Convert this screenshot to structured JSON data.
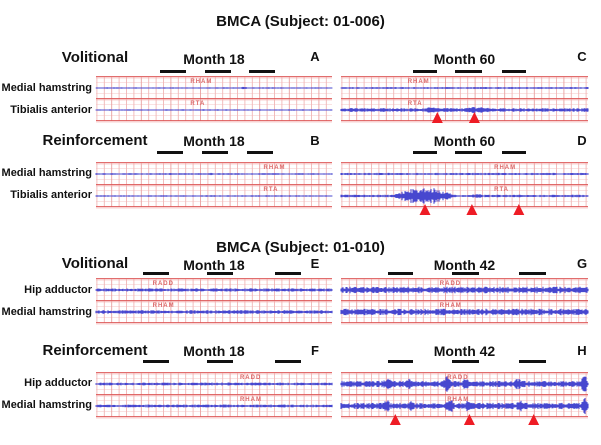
{
  "colors": {
    "trace": "#4747cf",
    "grid_strong": "#dd5858",
    "grid_strong2": "#f2a6a6",
    "grid_minor_v": "#f1b6b6",
    "grid_minor_v2": "#e9a0a0",
    "grid_minor_h": "#f8d8d8",
    "marker": "#ee1c25",
    "bar": "#111111",
    "trace_label": "#db6a6a"
  },
  "subjects": [
    {
      "title": "BMCA (Subject: 01-006)",
      "rows": [
        {
          "condition": "Volitional",
          "channels": [
            "Medial hamstring",
            "Tibialis anterior"
          ],
          "panels": [
            {
              "letter": "A",
              "month": "Month 18",
              "trace_labels": [
                "RHAM",
                "RTA"
              ],
              "label_x": 0.4,
              "bars": [
                [
                  0.27,
                  0.11
                ],
                [
                  0.46,
                  0.11
                ],
                [
                  0.65,
                  0.11
                ]
              ],
              "traces": [
                {
                  "thickness": 0.9,
                  "bursts": [
                    {
                      "s": 0.61,
                      "e": 0.64,
                      "a": 1.0
                    }
                  ]
                },
                {
                  "thickness": 0.9,
                  "bursts": []
                }
              ],
              "triangles": null
            },
            {
              "letter": "C",
              "month": "Month 60",
              "trace_labels": [
                "RHAM",
                "RTA"
              ],
              "label_x": 0.27,
              "bars": [
                [
                  0.29,
                  0.1
                ],
                [
                  0.46,
                  0.11
                ],
                [
                  0.65,
                  0.1
                ]
              ],
              "traces": [
                {
                  "thickness": 1.3,
                  "bursts": []
                },
                {
                  "thickness": 2.6,
                  "bursts": [
                    {
                      "s": 0.33,
                      "e": 0.42,
                      "a": 1.4
                    },
                    {
                      "s": 0.5,
                      "e": 0.6,
                      "a": 1.4
                    }
                  ]
                }
              ],
              "triangles": {
                "xs": [
                  0.39,
                  0.54
                ],
                "tip": 36
              }
            }
          ]
        },
        {
          "condition": "Reinforcement",
          "channels": [
            "Medial hamstring",
            "Tibialis anterior"
          ],
          "panels": [
            {
              "letter": "B",
              "month": "Month 18",
              "trace_labels": [
                "RHAM",
                "RTA"
              ],
              "label_x": 0.71,
              "bars": [
                [
                  0.26,
                  0.11
                ],
                [
                  0.45,
                  0.11
                ],
                [
                  0.64,
                  0.11
                ]
              ],
              "traces": [
                {
                  "thickness": 1.1,
                  "bursts": [
                    {
                      "s": 0.3,
                      "e": 0.33,
                      "a": 0.8
                    },
                    {
                      "s": 0.47,
                      "e": 0.5,
                      "a": 0.8
                    }
                  ]
                },
                {
                  "thickness": 1.0,
                  "bursts": []
                }
              ],
              "triangles": null
            },
            {
              "letter": "D",
              "month": "Month 60",
              "trace_labels": [
                "RHAM",
                "RTA"
              ],
              "label_x": 0.62,
              "bars": [
                [
                  0.29,
                  0.1
                ],
                [
                  0.46,
                  0.11
                ],
                [
                  0.65,
                  0.1
                ]
              ],
              "traces": [
                {
                  "thickness": 1.5,
                  "bursts": []
                },
                {
                  "thickness": 1.8,
                  "bursts": [
                    {
                      "s": 0.21,
                      "e": 0.46,
                      "a": 7.5
                    },
                    {
                      "s": 0.53,
                      "e": 0.57,
                      "a": 1.2
                    }
                  ]
                }
              ],
              "triangles": {
                "xs": [
                  0.34,
                  0.53,
                  0.72
                ],
                "tip": 42
              }
            }
          ]
        }
      ]
    },
    {
      "title": "BMCA (Subject: 01-010)",
      "rows": [
        {
          "condition": "Volitional",
          "channels": [
            "Hip adductor",
            "Medial hamstring"
          ],
          "panels": [
            {
              "letter": "E",
              "month": "Month 18",
              "trace_labels": [
                "RADD",
                "RHAM"
              ],
              "label_x": 0.24,
              "bars": [
                [
                  0.2,
                  0.11
                ],
                [
                  0.47,
                  0.11
                ],
                [
                  0.76,
                  0.11
                ]
              ],
              "traces": [
                {
                  "thickness": 2.2,
                  "bursts": []
                },
                {
                  "thickness": 2.4,
                  "bursts": []
                }
              ],
              "triangles": null
            },
            {
              "letter": "G",
              "month": "Month 42",
              "trace_labels": [
                "RADD",
                "RHAM"
              ],
              "label_x": 0.4,
              "bars": [
                [
                  0.19,
                  0.1
                ],
                [
                  0.45,
                  0.11
                ],
                [
                  0.72,
                  0.11
                ]
              ],
              "traces": [
                {
                  "thickness": 4.4,
                  "bursts": []
                },
                {
                  "thickness": 4.4,
                  "bursts": []
                }
              ],
              "triangles": null
            }
          ]
        },
        {
          "condition": "Reinforcement",
          "channels": [
            "Hip adductor",
            "Medial hamstring"
          ],
          "panels": [
            {
              "letter": "F",
              "month": "Month 18",
              "trace_labels": [
                "RADD",
                "RHAM"
              ],
              "label_x": 0.61,
              "bars": [
                [
                  0.2,
                  0.11
                ],
                [
                  0.47,
                  0.11
                ],
                [
                  0.76,
                  0.11
                ]
              ],
              "traces": [
                {
                  "thickness": 2.0,
                  "bursts": []
                },
                {
                  "thickness": 2.0,
                  "bursts": []
                }
              ],
              "triangles": null
            },
            {
              "letter": "H",
              "month": "Month 42",
              "trace_labels": [
                "RADD",
                "RHAM"
              ],
              "label_x": 0.43,
              "bars": [
                [
                  0.19,
                  0.1
                ],
                [
                  0.45,
                  0.11
                ],
                [
                  0.72,
                  0.11
                ]
              ],
              "traces": [
                {
                  "thickness": 4.2,
                  "bursts": [
                    {
                      "s": 0.17,
                      "e": 0.21,
                      "a": 4
                    },
                    {
                      "s": 0.26,
                      "e": 0.29,
                      "a": 3
                    },
                    {
                      "s": 0.41,
                      "e": 0.45,
                      "a": 5
                    },
                    {
                      "s": 0.49,
                      "e": 0.52,
                      "a": 3.5
                    },
                    {
                      "s": 0.7,
                      "e": 0.73,
                      "a": 4
                    },
                    {
                      "s": 0.97,
                      "e": 1.0,
                      "a": 7
                    }
                  ]
                },
                {
                  "thickness": 4.2,
                  "bursts": [
                    {
                      "s": 0.17,
                      "e": 0.2,
                      "a": 4
                    },
                    {
                      "s": 0.27,
                      "e": 0.3,
                      "a": 3.5
                    },
                    {
                      "s": 0.42,
                      "e": 0.46,
                      "a": 5
                    },
                    {
                      "s": 0.5,
                      "e": 0.53,
                      "a": 3
                    },
                    {
                      "s": 0.71,
                      "e": 0.74,
                      "a": 4
                    },
                    {
                      "s": 0.97,
                      "e": 1.0,
                      "a": 7
                    }
                  ]
                }
              ],
              "triangles": {
                "xs": [
                  0.22,
                  0.52,
                  0.78
                ],
                "tip": 42
              }
            }
          ]
        }
      ]
    }
  ],
  "chart_data": [
    {
      "type": "line",
      "title": "BMCA (Subject: 01-006)",
      "panels": [
        {
          "letter": "A",
          "condition": "Volitional",
          "timepoint": "Month 18",
          "channels": [
            "RHAM (Medial hamstring)",
            "RTA (Tibialis anterior)"
          ],
          "activity": "quiet baseline, no voluntary EMG",
          "markers": 0
        },
        {
          "letter": "C",
          "condition": "Volitional",
          "timepoint": "Month 60",
          "channels": [
            "RHAM (Medial hamstring)",
            "RTA (Tibialis anterior)"
          ],
          "activity": "small voluntary RTA responses",
          "markers": 2
        },
        {
          "letter": "B",
          "condition": "Reinforcement",
          "timepoint": "Month 18",
          "channels": [
            "RHAM (Medial hamstring)",
            "RTA (Tibialis anterior)"
          ],
          "activity": "quiet baseline",
          "markers": 0
        },
        {
          "letter": "D",
          "condition": "Reinforcement",
          "timepoint": "Month 60",
          "channels": [
            "RHAM (Medial hamstring)",
            "RTA (Tibialis anterior)"
          ],
          "activity": "large RTA burst plus two smaller responses",
          "markers": 3
        }
      ]
    },
    {
      "type": "line",
      "title": "BMCA (Subject: 01-010)",
      "panels": [
        {
          "letter": "E",
          "condition": "Volitional",
          "timepoint": "Month 18",
          "channels": [
            "RADD (Hip adductor)",
            "RHAM (Medial hamstring)"
          ],
          "activity": "low-amplitude baseline",
          "markers": 0
        },
        {
          "letter": "G",
          "condition": "Volitional",
          "timepoint": "Month 42",
          "channels": [
            "RADD (Hip adductor)",
            "RHAM (Medial hamstring)"
          ],
          "activity": "increased tonic activity, thick traces",
          "markers": 0
        },
        {
          "letter": "F",
          "condition": "Reinforcement",
          "timepoint": "Month 18",
          "channels": [
            "RADD (Hip adductor)",
            "RHAM (Medial hamstring)"
          ],
          "activity": "low-amplitude baseline",
          "markers": 0
        },
        {
          "letter": "H",
          "condition": "Reinforcement",
          "timepoint": "Month 42",
          "channels": [
            "RADD (Hip adductor)",
            "RHAM (Medial hamstring)"
          ],
          "activity": "tonic activity with phasic bursts",
          "markers": 3
        }
      ],
      "legend_note": "black horizontal bars above each strip = command/stimulus epochs; red triangles = EMG responses"
    }
  ]
}
